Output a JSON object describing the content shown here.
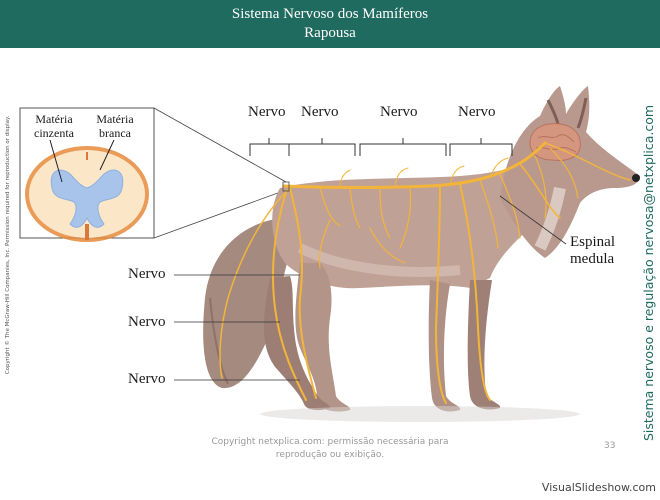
{
  "header": {
    "title": "Sistema Nervoso dos Mamíferos",
    "subtitle": "Rapousa"
  },
  "inset": {
    "gray_matter": "Matéria cinzenta",
    "white_matter": "Matéria branca"
  },
  "labels": {
    "nerve_top": [
      "Nervo",
      "Nervo",
      "Nervo",
      "Nervo"
    ],
    "nerve_left": [
      "Nervo",
      "Nervo",
      "Nervo"
    ],
    "spinal_cord": "Espinal medula"
  },
  "side": {
    "left_copyright": "Copyright © The McGraw-Hill Companies, Inc. Permission required for reproduction or display.",
    "right_text": "Sistema nervoso e regulação nervosa@netxplica.com"
  },
  "footer": {
    "copyright": "Copyright netxplica.com: permissão necessária para reprodução ou exibição.",
    "page_number": "33",
    "watermark": "VisualSlideshow.com"
  },
  "colors": {
    "header_bg": "#1f6b5f",
    "nerve": "#f2b53a",
    "fur": "#b8968a",
    "gray_matter": "#a9c4ea",
    "white_matter": "#fbe7c8"
  }
}
